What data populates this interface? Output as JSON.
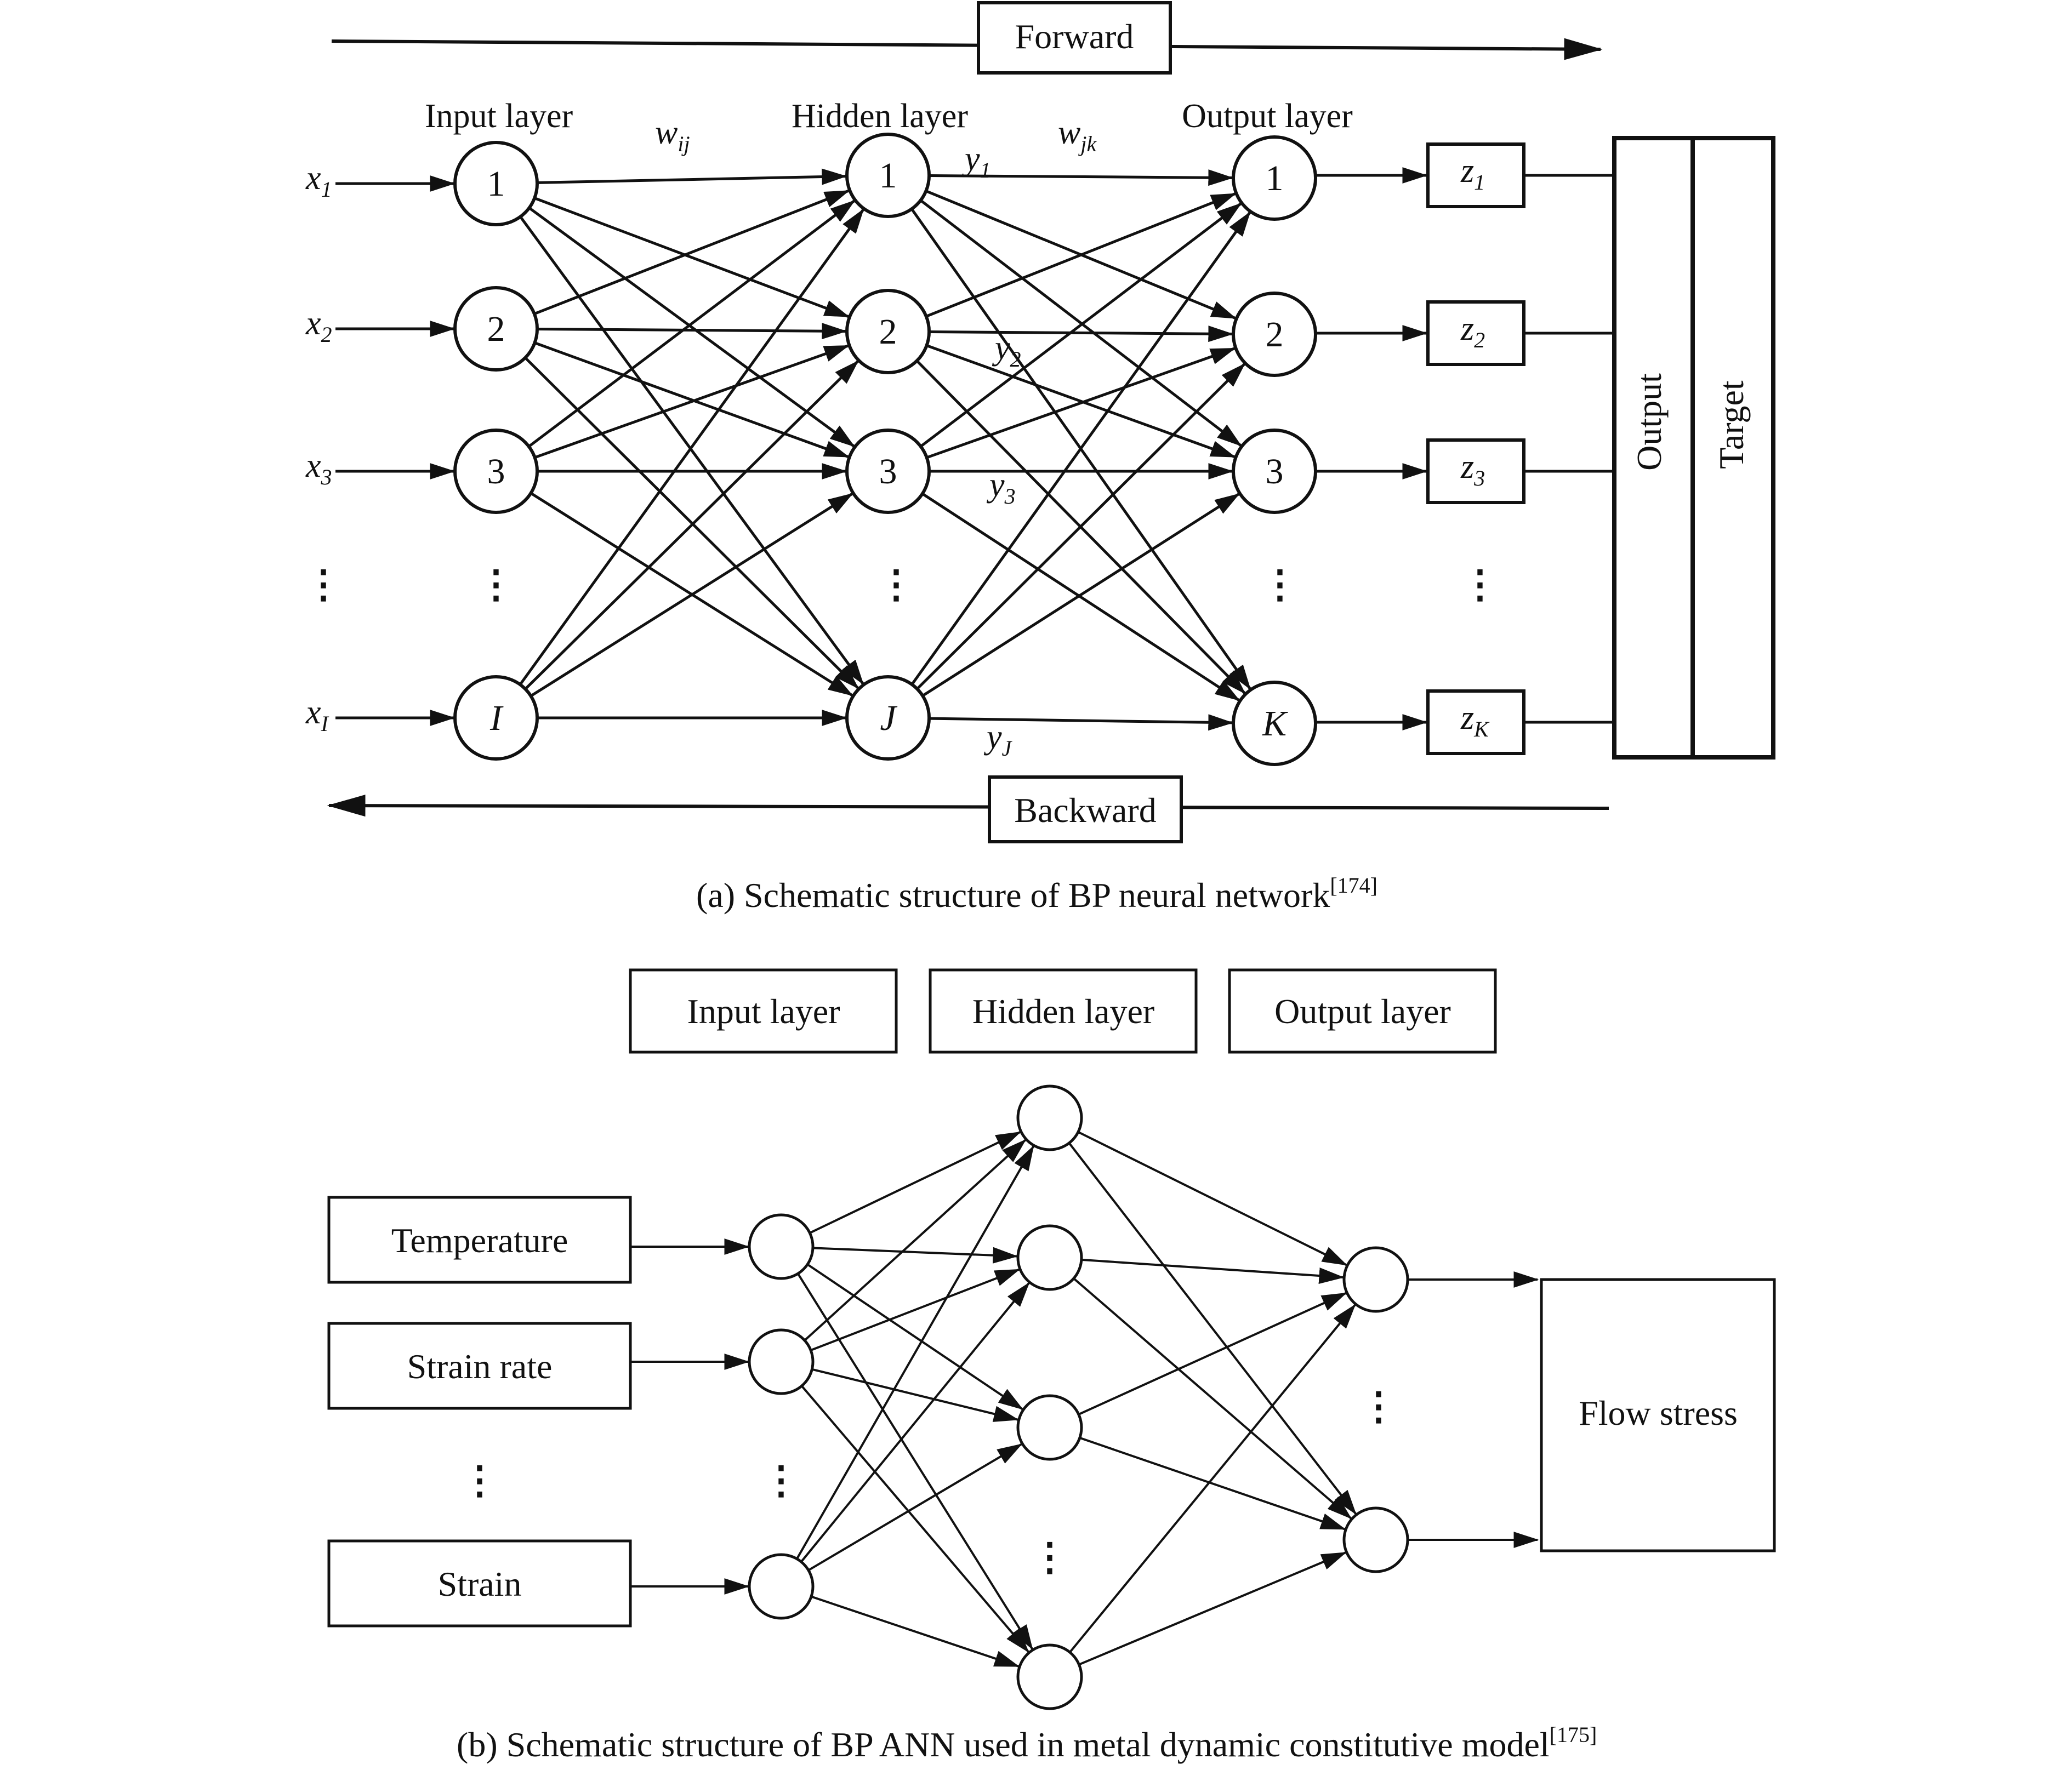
{
  "top": {
    "forward": "Forward",
    "backward": "Backward",
    "layer_titles": [
      "Input layer",
      "Hidden layer",
      "Output layer"
    ],
    "weights": [
      "w",
      "w"
    ],
    "weight_subs": [
      "ij",
      "jk"
    ],
    "inputs": [
      {
        "base": "x",
        "sub": "1"
      },
      {
        "base": "x",
        "sub": "2"
      },
      {
        "base": "x",
        "sub": "3"
      },
      {
        "base": "x",
        "sub": "I"
      }
    ],
    "input_nodes": [
      "1",
      "2",
      "3",
      "I"
    ],
    "hidden_nodes": [
      "1",
      "2",
      "3",
      "J"
    ],
    "output_nodes": [
      "1",
      "2",
      "3",
      "K"
    ],
    "hidden_outputs": [
      {
        "base": "y",
        "sub": "1"
      },
      {
        "base": "y",
        "sub": "2"
      },
      {
        "base": "y",
        "sub": "3"
      },
      {
        "base": "y",
        "sub": "J"
      }
    ],
    "outputs": [
      {
        "base": "z",
        "sub": "1"
      },
      {
        "base": "z",
        "sub": "2"
      },
      {
        "base": "z",
        "sub": "3"
      },
      {
        "base": "z",
        "sub": "K"
      }
    ],
    "output_box": "Output",
    "target_box": "Target",
    "ellipsis": "⋮",
    "caption": "(a) Schematic structure of BP neural network",
    "caption_ref": "[174]"
  },
  "bottom": {
    "layer_titles": [
      "Input layer",
      "Hidden layer",
      "Output layer"
    ],
    "inputs": [
      "Temperature",
      "Strain rate",
      "Strain"
    ],
    "output": "Flow stress",
    "ellipsis": "⋮",
    "caption": "(b) Schematic structure of BP ANN used in metal dynamic constitutive model",
    "caption_ref": "[175]"
  }
}
